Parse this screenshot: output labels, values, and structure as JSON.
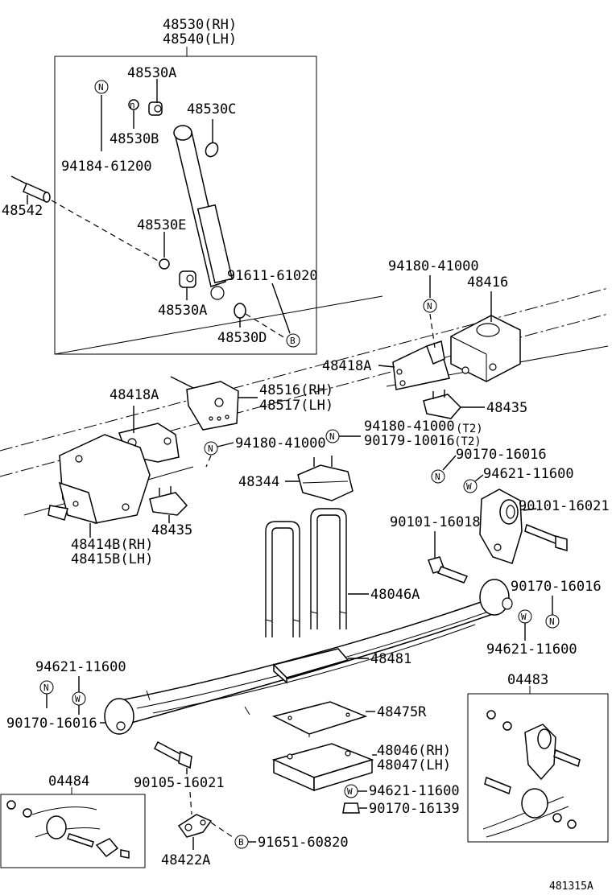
{
  "labels": {
    "l48530rh": "48530(RH)",
    "l48540lh": "48540(LH)",
    "l48530a_top": "48530A",
    "l48530c": "48530C",
    "l48530b": "48530B",
    "l94184": "94184-61200",
    "l48542": "48542",
    "l48530e": "48530E",
    "l91611": "91611-61020",
    "l48530a_bot": "48530A",
    "l48530d": "48530D",
    "l94180_top": "94180-41000",
    "l48416": "48416",
    "l48418a_r": "48418A",
    "l48418a_l": "48418A",
    "l48516": "48516(RH)",
    "l48517": "48517(LH)",
    "l48435_r": "48435",
    "l94180_t2": "94180-41000",
    "l94180_t2_suffix": "(T2)",
    "l90179": "90179-10016",
    "l90179_suffix": "(T2)",
    "l94180_mid": "94180-41000",
    "l90170_a": "90170-16016",
    "l94621_a": "94621-11600",
    "l48344": "48344",
    "l90101_16021": "90101-16021",
    "l90101_16018": "90101-16018",
    "l48414b": "48414B(RH)",
    "l48415b": "48415B(LH)",
    "l48435_l": "48435",
    "l48046a": "48046A",
    "l90170_b": "90170-16016",
    "l94621_b": "94621-11600",
    "l48481": "48481",
    "l94621_c": "94621-11600",
    "l04483": "04483",
    "l90170_c": "90170-16016",
    "l48475r": "48475R",
    "l48046rh": "48046(RH)",
    "l48047lh": "48047(LH)",
    "l90105": "90105-16021",
    "l04484": "04484",
    "l94621_d": "94621-11600",
    "l90170_16139": "90170-16139",
    "l91651": "91651-60820",
    "l48422a": "48422A",
    "figure_id": "481315A"
  },
  "markers": {
    "n": "N",
    "w": "W",
    "b": "B"
  }
}
